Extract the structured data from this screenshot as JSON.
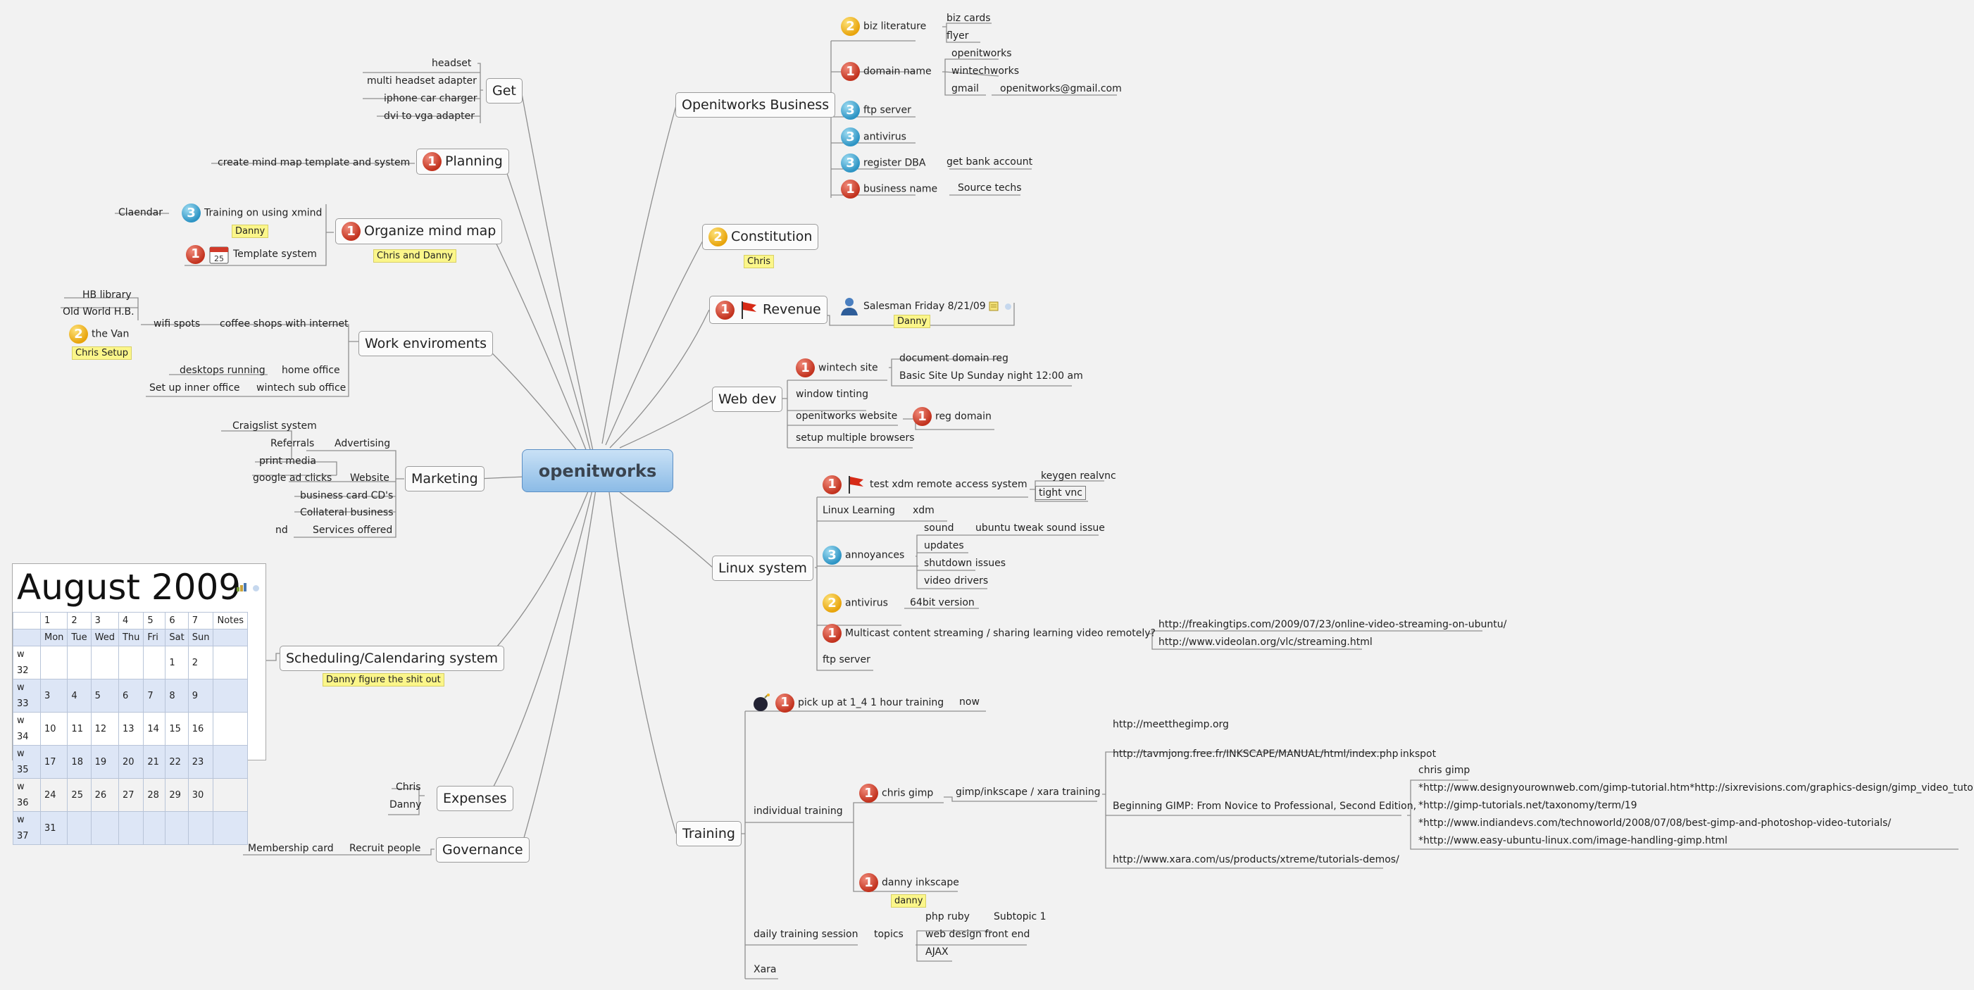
{
  "center": "openitworks",
  "right": {
    "business": {
      "label": "Openitworks Business",
      "biz_literature": "biz literature",
      "biz_cards": "biz cards",
      "flyer": "flyer",
      "domain_name": "domain name",
      "openitworks": "openitworks",
      "wintechworks": "wintechworks",
      "gmail": "gmail",
      "gmail_address": "openitworks@gmail.com",
      "ftp_server": "ftp server",
      "antivirus": "antivirus",
      "register_dba": "register DBA",
      "get_bank_account": "get bank account",
      "business_name": "business name",
      "source_techs": "Source techs"
    },
    "constitution": {
      "label": "Constitution",
      "note": "Chris"
    },
    "revenue": {
      "label": "Revenue",
      "salesman": "Salesman Friday 8/21/09",
      "note": "Danny"
    },
    "webdev": {
      "label": "Web dev",
      "wintech_site": "wintech site",
      "document_domain_reg": "document domain reg",
      "basic_site": "Basic Site Up Sunday night 12:00 am",
      "window_tinting": "window tinting",
      "openitworks_website": "openitworks website",
      "reg_domain": "reg domain",
      "setup_browsers": "setup multiple browsers"
    },
    "linux": {
      "label": "Linux system",
      "test_xdm": "test xdm remote access system",
      "keygen": "keygen realvnc",
      "tight_vnc": "tight vnc",
      "linux_learning": "Linux Learning",
      "xdm": "xdm",
      "annoyances": "annoyances",
      "sound": "sound",
      "ubuntu_tweak": "ubuntu tweak sound issue",
      "updates": "updates",
      "shutdown": "shutdown issues",
      "video_drivers": "video drivers",
      "antivirus": "antivirus",
      "bit64": "64bit version",
      "multicast": "Multicast content streaming / sharing learning video remotely?",
      "link1": "http://freakingtips.com/2009/07/23/online-video-streaming-on-ubuntu/",
      "link2": "http://www.videolan.org/vlc/streaming.html",
      "ftp_server": "ftp server"
    },
    "training": {
      "label": "Training",
      "pick_up": "pick up at 1_4 1 hour training",
      "now": "now",
      "individual": "individual training",
      "chris_gimp": "chris gimp",
      "gimp_inkscape": "gimp/inkscape / xara training",
      "meetthegimp": "http://meetthegimp.org",
      "tavmjong": "http://tavmjong.free.fr/INKSCAPE/MANUAL/html/index.php",
      "inkspot": "inkspot",
      "beginning_gimp": "Beginning GIMP: From Novice to Professional, Second Edition,",
      "chris_gimp_sub": "chris gimp",
      "link_design": "*http://www.designyourownweb.com/gimp-tutorial.htm*http://sixrevisions.com/graphics-design/gimp_video_tutorials/",
      "link_gimp_tut": "*http://gimp-tutorials.net/taxonomy/term/19",
      "link_indiandevs": "*http://www.indiandevs.com/technoworld/2008/07/08/best-gimp-and-photoshop-video-tutorials/",
      "link_easy_ubuntu": "*http://www.easy-ubuntu-linux.com/image-handling-gimp.html",
      "link_xara": "http://www.xara.com/us/products/xtreme/tutorials-demos/",
      "danny_inkscape": "danny inkscape",
      "danny_note": "danny",
      "daily": "daily training session",
      "topics": "topics",
      "php_ruby": "php ruby",
      "subtopic1": "Subtopic 1",
      "web_design": "web design front end",
      "ajax": "AJAX",
      "xara": "Xara"
    }
  },
  "left": {
    "get": {
      "label": "Get",
      "headset": "headset",
      "multi_headset": "multi headset adapter",
      "iphone_charger": "iphone car charger",
      "dvi_vga": "dvi to vga adapter"
    },
    "planning": {
      "label": "Planning",
      "template": "create mind map template and system"
    },
    "organize": {
      "label": "Organize mind map",
      "note": "Chris and Danny",
      "training_xmind": "Training on using xmind",
      "training_note": "Danny",
      "claendar": "Claendar",
      "template_system": "Template system"
    },
    "work": {
      "label": "Work enviroments",
      "hb_library": "HB library",
      "old_world": "Old World H.B.",
      "wifi_spots": "wifi spots",
      "coffee_shops": "coffee shops with internet",
      "the_van": "the Van",
      "van_note": "Chris Setup",
      "desktops": "desktops running",
      "home_office": "home office",
      "inner_office": "Set up inner office",
      "wintech_sub": "wintech sub office"
    },
    "marketing": {
      "label": "Marketing",
      "craigslist": "Craigslist system",
      "referrals": "Referrals",
      "advertising": "Advertising",
      "print_media": "print media",
      "google_ads": "google ad clicks",
      "website": "Website",
      "biz_cds": "business card CD's",
      "collateral": "Collateral business",
      "nd": "nd",
      "services": "Services offered"
    },
    "scheduling": {
      "label": "Scheduling/Calendaring system",
      "note": "Danny figure the shit out"
    },
    "expenses": {
      "label": "Expenses",
      "chris": "Chris",
      "danny": "Danny"
    },
    "governance": {
      "label": "Governance",
      "membership": "Membership card",
      "recruit": "Recruit people"
    }
  },
  "calendar": {
    "title": "August 2009",
    "header_numbers": [
      "",
      "1",
      "2",
      "3",
      "4",
      "5",
      "6",
      "7",
      "Notes"
    ],
    "header_days": [
      "",
      "Mon",
      "Tue",
      "Wed",
      "Thu",
      "Fri",
      "Sat",
      "Sun",
      ""
    ],
    "rows": [
      [
        "w 32",
        "",
        "",
        "",
        "",
        "",
        "1",
        "2",
        ""
      ],
      [
        "w 33",
        "3",
        "4",
        "5",
        "6",
        "7",
        "8",
        "9",
        ""
      ],
      [
        "w 34",
        "10",
        "11",
        "12",
        "13",
        "14",
        "15",
        "16",
        ""
      ],
      [
        "w 35",
        "17",
        "18",
        "19",
        "20",
        "21",
        "22",
        "23",
        ""
      ],
      [
        "w 36",
        "24",
        "25",
        "26",
        "27",
        "28",
        "29",
        "30",
        ""
      ],
      [
        "w 37",
        "31",
        "",
        "",
        "",
        "",
        "",
        "",
        ""
      ]
    ]
  }
}
